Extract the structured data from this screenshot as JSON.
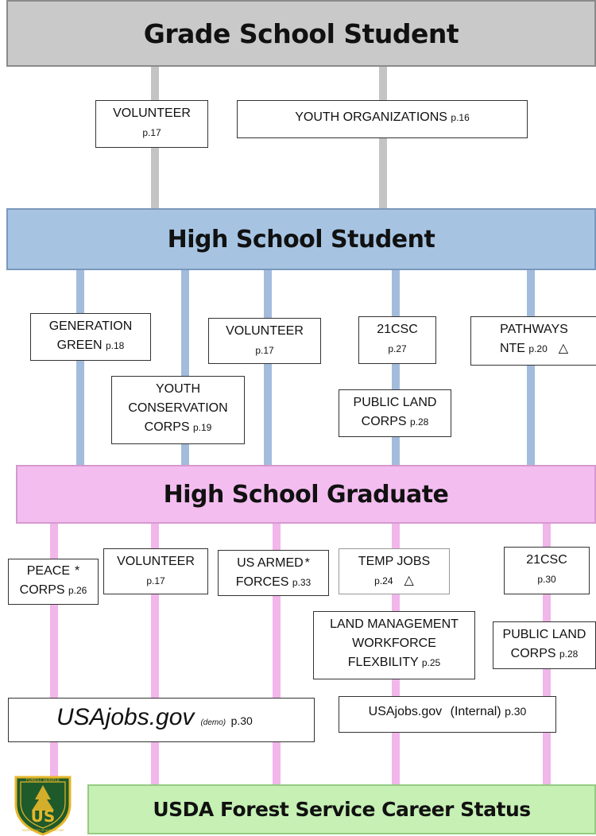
{
  "bands": {
    "grade": "Grade School Student",
    "high_school": "High School Student",
    "graduate": "High School Graduate",
    "career": "USDA Forest Service Career Status"
  },
  "grade_boxes": {
    "volunteer": {
      "title": "VOLUNTEER",
      "page": "p.17"
    },
    "youth_org": {
      "title": "YOUTH ORGANIZATIONS",
      "page": "p.16"
    }
  },
  "hs_boxes": {
    "generation_green": {
      "title1": "GENERATION",
      "title2": "GREEN",
      "page": "p.18"
    },
    "youth_conservation": {
      "title1": "YOUTH",
      "title2": "CONSERVATION",
      "title3": "CORPS",
      "page": "p.19"
    },
    "volunteer": {
      "title": "VOLUNTEER",
      "page": "p.17"
    },
    "csc21": {
      "title": "21CSC",
      "page": "p.27"
    },
    "public_land": {
      "title1": "PUBLIC LAND",
      "title2": "CORPS",
      "page": "p.28"
    },
    "pathways": {
      "title1": "PATHWAYS",
      "title2": "NTE",
      "page": "p.20",
      "mark": "△"
    }
  },
  "grad_boxes": {
    "peace": {
      "title1": "PEACE",
      "title2": "CORPS",
      "page": "p.26",
      "mark": "*"
    },
    "volunteer": {
      "title": "VOLUNTEER",
      "page": "p.17"
    },
    "armed": {
      "title1": "US ARMED",
      "title2": "FORCES",
      "page": "p.33",
      "mark": "*"
    },
    "temp": {
      "title": "TEMP JOBS",
      "page": "p.24",
      "mark": "△"
    },
    "csc21": {
      "title": "21CSC",
      "page": "p.30"
    },
    "land_mgmt": {
      "title1": "LAND MANAGEMENT",
      "title2": "WORKFORCE",
      "title3": "FLEXBILITY",
      "page": "p.25"
    },
    "public_land": {
      "title1": "PUBLIC LAND",
      "title2": "CORPS",
      "page": "p.28"
    },
    "usajobs_demo": {
      "title": "USAjobs.gov",
      "note": "(demo)",
      "page": "p.30"
    },
    "usajobs_internal": {
      "title": "USAjobs.gov",
      "note": "(Internal)",
      "page": "p.30"
    }
  },
  "logo": {
    "top_text": "FOREST SERVICE",
    "letters": "US",
    "bottom_text": "DEPARTMENT OF AGRICULTURE"
  },
  "colors": {
    "gray": "#c9c9c9",
    "blue": "#a6c4e2",
    "pink": "#f3bdef",
    "green": "#c6f0b4",
    "logo_green": "#1f5a2a",
    "logo_gold": "#e5b72b"
  }
}
